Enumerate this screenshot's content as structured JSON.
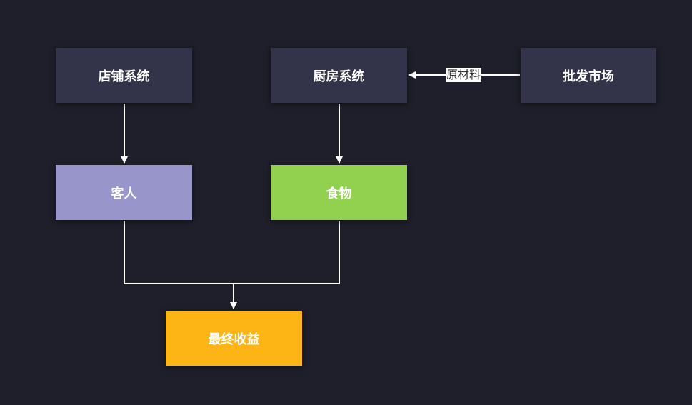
{
  "nodes": {
    "shop": {
      "label": "店铺系统",
      "color": "#333449"
    },
    "kitchen": {
      "label": "厨房系统",
      "color": "#333449"
    },
    "market": {
      "label": "批发市场",
      "color": "#333449"
    },
    "guest": {
      "label": "客人",
      "color": "#9795c9"
    },
    "food": {
      "label": "食物",
      "color": "#92d14f"
    },
    "profit": {
      "label": "最终收益",
      "color": "#fdb515"
    }
  },
  "edges": {
    "market_to_kitchen_label": "原材料"
  }
}
